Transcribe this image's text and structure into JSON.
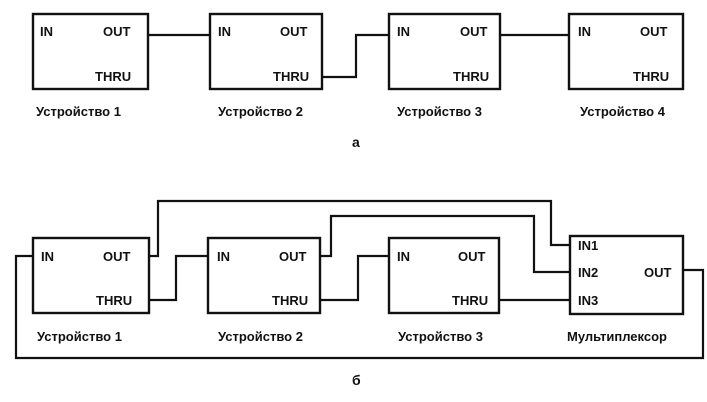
{
  "diagram_a": {
    "devices": [
      {
        "caption": "Устройство 1",
        "in": "IN",
        "out": "OUT",
        "thru": "THRU"
      },
      {
        "caption": "Устройство 2",
        "in": "IN",
        "out": "OUT",
        "thru": "THRU"
      },
      {
        "caption": "Устройство 3",
        "in": "IN",
        "out": "OUT",
        "thru": "THRU"
      },
      {
        "caption": "Устройство 4",
        "in": "IN",
        "out": "OUT",
        "thru": "THRU"
      }
    ],
    "label": "а"
  },
  "diagram_b": {
    "devices": [
      {
        "caption": "Устройство 1",
        "in": "IN",
        "out": "OUT",
        "thru": "THRU"
      },
      {
        "caption": "Устройство 2",
        "in": "IN",
        "out": "OUT",
        "thru": "THRU"
      },
      {
        "caption": "Устройство 3",
        "in": "IN",
        "out": "OUT",
        "thru": "THRU"
      }
    ],
    "multiplexer": {
      "caption": "Мультиплексор",
      "in1": "IN1",
      "in2": "IN2",
      "in3": "IN3",
      "out": "OUT"
    },
    "label": "б"
  }
}
